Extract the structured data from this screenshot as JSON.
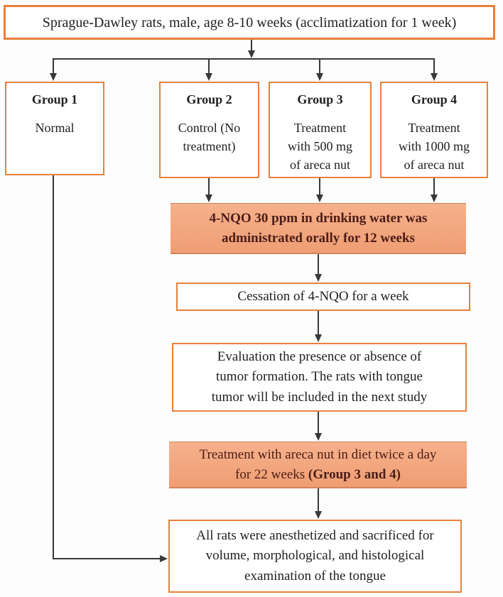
{
  "colors": {
    "border_orange": "#E87F3C",
    "fill_top": "#F6B18C",
    "fill_bottom": "#EF9D72",
    "fill_text": "#4A1D17",
    "line": "#383838",
    "text": "#1F1F1F"
  },
  "top_box": {
    "text": "Sprague-Dawley rats, male, age 8-10 weeks (acclimatization for 1 week)"
  },
  "groups": [
    {
      "title": "Group 1",
      "body": "Normal"
    },
    {
      "title": "Group 2",
      "body": "Control (No\ntreatment)"
    },
    {
      "title": "Group 3",
      "body": "Treatment\nwith 500 mg\nof areca nut"
    },
    {
      "title": "Group 4",
      "body": "Treatment\nwith 1000 mg\nof areca nut"
    }
  ],
  "steps": {
    "nqo": "4-NQO 30 ppm in drinking water was\nadministrated orally for 12 weeks",
    "cessation": "Cessation of 4-NQO for a week",
    "evaluation": "Evaluation the presence or absence of\ntumor formation. The rats with tongue\ntumor will be included in the next study",
    "areca_prefix": "Treatment with areca nut in diet twice a day\nfor 22 weeks ",
    "areca_bold": "(Group 3 and 4)",
    "final": "All rats were anesthetized and sacrificed for\nvolume, morphological, and histological\nexamination of the tongue"
  }
}
